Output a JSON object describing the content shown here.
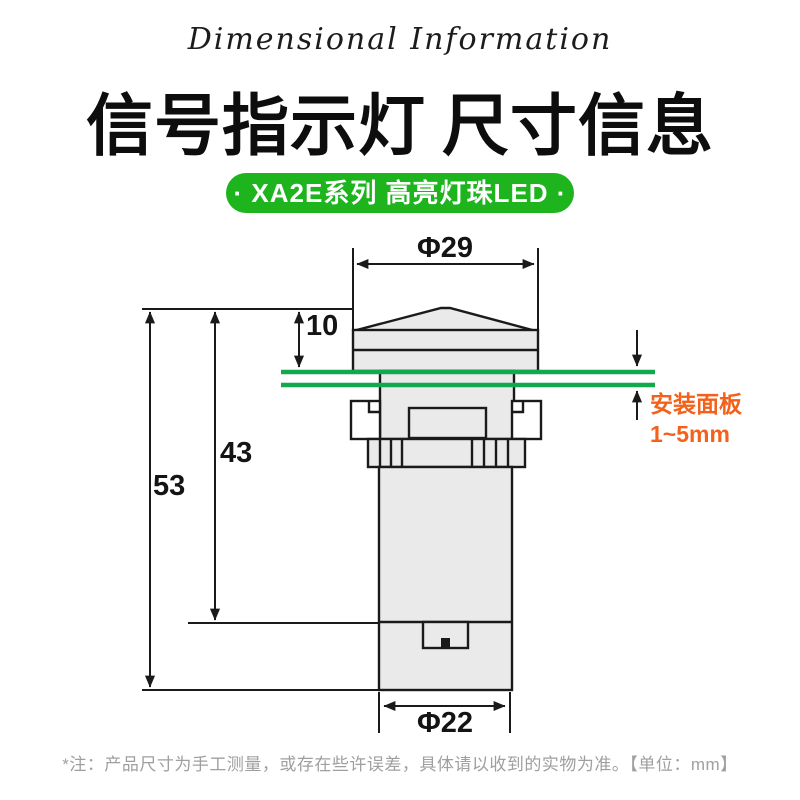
{
  "header": {
    "eyebrow": "Dimensional Information",
    "title_part1": "信号指示灯",
    "title_part2": "尺寸信息",
    "badge": "· XA2E系列 高亮灯珠LED ·"
  },
  "diagram": {
    "top_diameter": "Φ29",
    "head_height": "10",
    "body_height": "43",
    "total_height": "53",
    "bottom_diameter": "Φ22",
    "panel_label": "安装面板",
    "panel_thickness": "1~5mm"
  },
  "colors": {
    "badge_green": "#1db41e",
    "panel_green": "#12a84e",
    "annotation_orange": "#f4611a",
    "body_fill_gray": "#eaeaea",
    "footnote_gray": "#9f9f9f"
  },
  "footer": {
    "note": "*注：产品尺寸为手工测量，或存在些许误差，具体请以收到的实物为准。【单位：mm】"
  }
}
